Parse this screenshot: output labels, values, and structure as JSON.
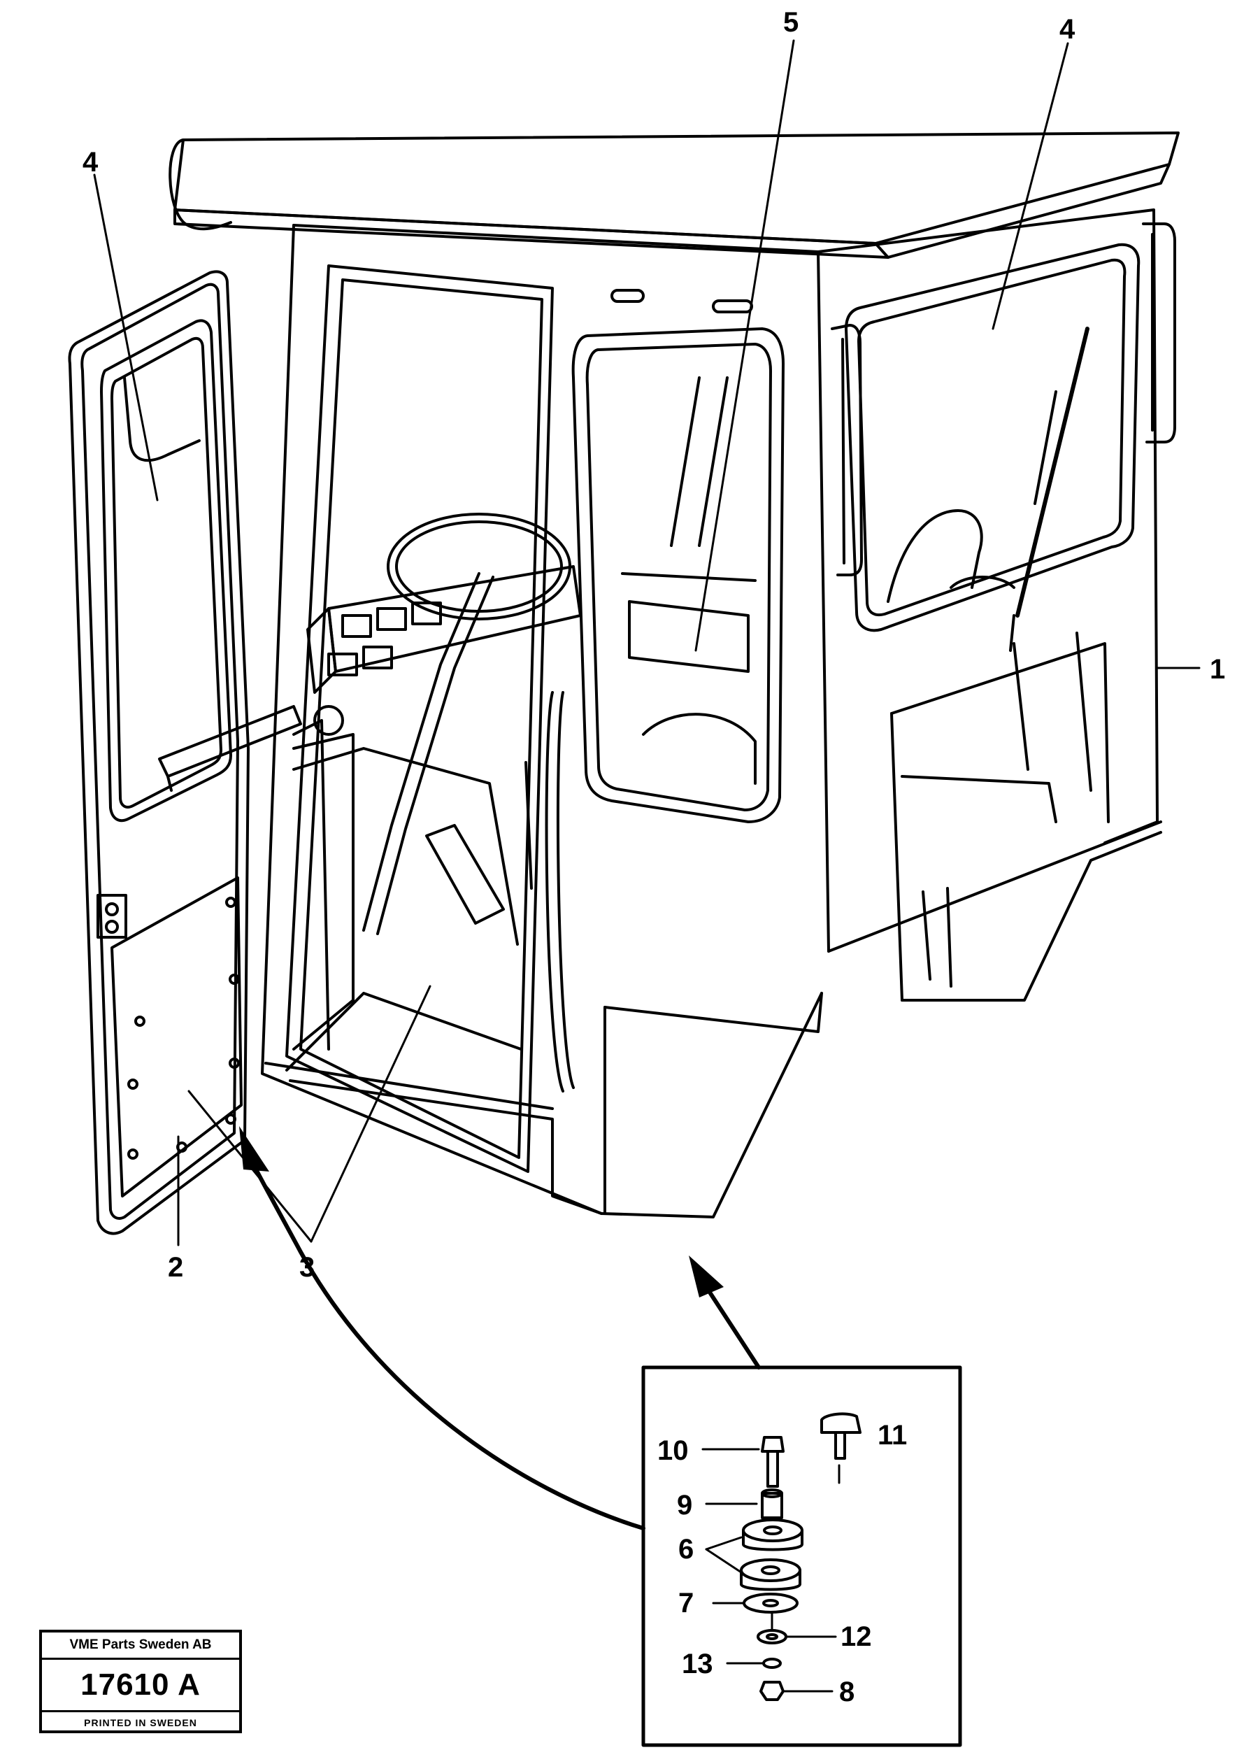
{
  "callouts": {
    "c1": "1",
    "c2": "2",
    "c3": "3",
    "c4_left": "4",
    "c4_right": "4",
    "c5": "5",
    "c6": "6",
    "c7": "7",
    "c8": "8",
    "c9": "9",
    "c10": "10",
    "c11": "11",
    "c12": "12",
    "c13": "13"
  },
  "stamp": {
    "company": "VME Parts Sweden AB",
    "drawing_number": "17610 A",
    "printed": "PRINTED IN SWEDEN"
  }
}
